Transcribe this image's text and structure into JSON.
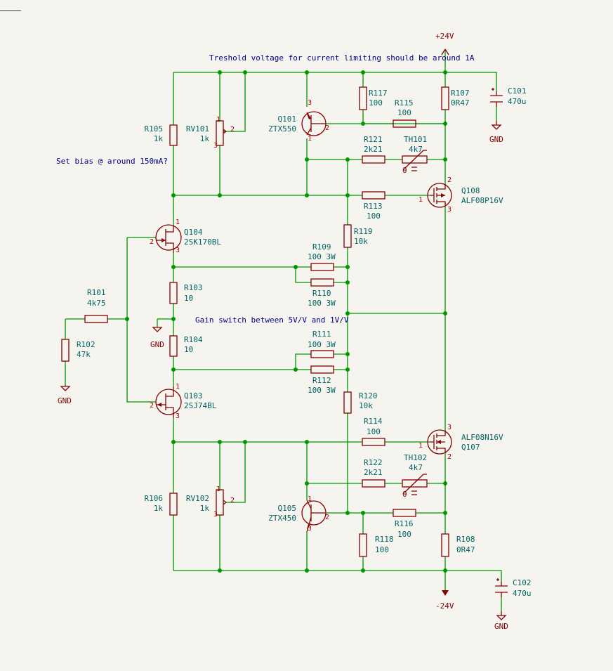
{
  "notes": {
    "threshold": "Treshold voltage for current limiting should be around 1A",
    "bias": "Set bias @ around 150mA?",
    "gain": "Gain switch between 5V/V and 1V/V"
  },
  "power": {
    "pos": "+24V",
    "neg": "-24V",
    "gnd": "GND"
  },
  "components": {
    "R105": {
      "ref": "R105",
      "val": "1k"
    },
    "RV101": {
      "ref": "RV101",
      "val": "1k"
    },
    "Q101": {
      "ref": "Q101",
      "val": "ZTX550"
    },
    "R117": {
      "ref": "R117",
      "val": "100"
    },
    "R107": {
      "ref": "R107",
      "val": "0R47"
    },
    "C101": {
      "ref": "C101",
      "val": "470u"
    },
    "R115": {
      "ref": "R115",
      "val": "100"
    },
    "R121": {
      "ref": "R121",
      "val": "2k21"
    },
    "TH101": {
      "ref": "TH101",
      "val": "4k7"
    },
    "R113": {
      "ref": "R113",
      "val": "100"
    },
    "Q108": {
      "ref": "Q108",
      "val": "ALF08P16V"
    },
    "Q104": {
      "ref": "Q104",
      "val": "2SK170BL"
    },
    "R119": {
      "ref": "R119",
      "val": "10k"
    },
    "R109": {
      "ref": "R109",
      "val": "100 3W"
    },
    "R110": {
      "ref": "R110",
      "val": "100 3W"
    },
    "R103": {
      "ref": "R103",
      "val": "10"
    },
    "R101": {
      "ref": "R101",
      "val": "4k75"
    },
    "R102": {
      "ref": "R102",
      "val": "47k"
    },
    "R104": {
      "ref": "R104",
      "val": "10"
    },
    "R111": {
      "ref": "R111",
      "val": "100 3W"
    },
    "R112": {
      "ref": "R112",
      "val": "100 3W"
    },
    "Q103": {
      "ref": "Q103",
      "val": "2SJ74BL"
    },
    "R120": {
      "ref": "R120",
      "val": "10k"
    },
    "R114": {
      "ref": "R114",
      "val": "100"
    },
    "Q107": {
      "ref": "Q107",
      "val": "ALF08N16V"
    },
    "R122": {
      "ref": "R122",
      "val": "2k21"
    },
    "TH102": {
      "ref": "TH102",
      "val": "4k7"
    },
    "R106": {
      "ref": "R106",
      "val": "1k"
    },
    "RV102": {
      "ref": "RV102",
      "val": "1k"
    },
    "Q105": {
      "ref": "Q105",
      "val": "ZTX450"
    },
    "R116": {
      "ref": "R116",
      "val": "100"
    },
    "R118": {
      "ref": "R118",
      "val": "100"
    },
    "R108": {
      "ref": "R108",
      "val": "0R47"
    },
    "C102": {
      "ref": "C102",
      "val": "470u"
    }
  },
  "pins": {
    "p1": "1",
    "p2": "2",
    "p3": "3"
  }
}
